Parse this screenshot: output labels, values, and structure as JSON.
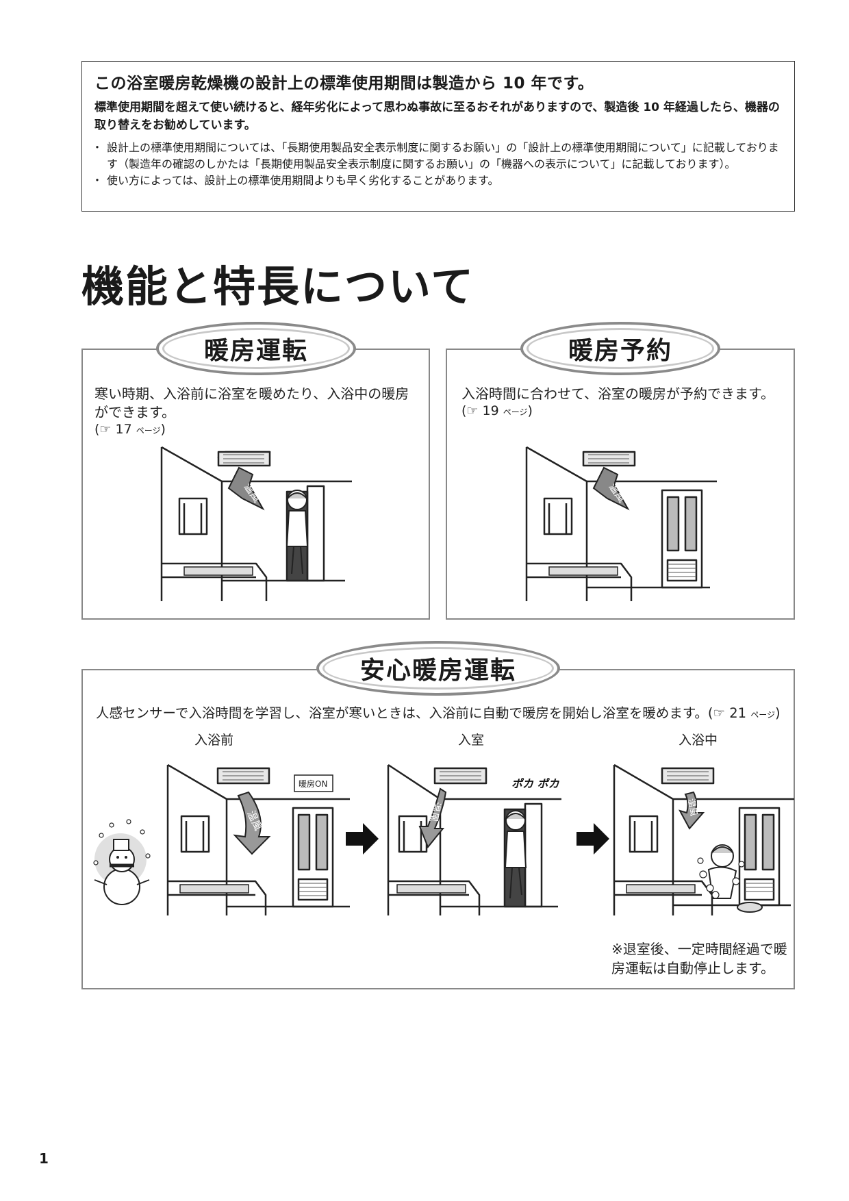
{
  "notice": {
    "title": "この浴室暖房乾燥機の設計上の標準使用期間は製造から 10 年です。",
    "body": "標準使用期間を超えて使い続けると、経年劣化によって思わぬ事故に至るおそれがありますので、製造後 10 年経過したら、機器の取り替えをお勧めしています。",
    "bullets": [
      "設計上の標準使用期間については、「長期使用製品安全表示制度に関するお願い」の「設計上の標準使用期間について」に記載しております（製造年の確認のしかたは「長期使用製品安全表示制度に関するお願い」の「機器への表示について」に記載しております）。",
      "使い方によっては、設計上の標準使用期間よりも早く劣化することがあります。"
    ]
  },
  "section_title": "機能と特長について",
  "ref_symbol": "☞",
  "page_unit": "ページ",
  "heating": {
    "title": "暖房運転",
    "desc": "寒い時期、入浴前に浴室を暖めたり、入浴中の暖房ができます。",
    "page": "17"
  },
  "reserve": {
    "title": "暖房予約",
    "desc": "入浴時間に合わせて、浴室の暖房が予約できます。",
    "page": "19"
  },
  "safe": {
    "title": "安心暖房運転",
    "desc": "人感センサーで入浴時間を学習し、浴室が寒いときは、入浴前に自動で暖房を開始し浴室を暖めます。",
    "page": "21",
    "steps": [
      "入浴前",
      "入室",
      "入浴中"
    ],
    "sign": "暖房ON",
    "sfx": "ポカ ポカ",
    "note": "※退室後、一定時間経過で暖房運転は自動停止します。"
  },
  "airflow_label": "温風",
  "page_number": "1"
}
